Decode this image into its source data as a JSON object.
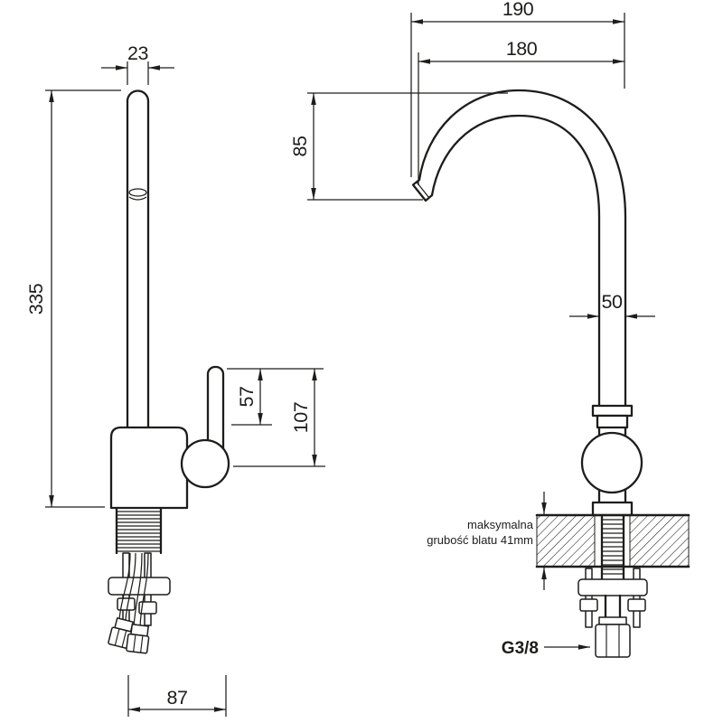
{
  "canvas": {
    "background": "#ffffff",
    "ink": "#1d1d1b"
  },
  "views": {
    "side": {
      "dims": {
        "spout_pipe_diameter": "23",
        "total_height": "335",
        "lever_length": "57",
        "lever_assembly_height": "107",
        "base_depth": "87"
      }
    },
    "front": {
      "dims": {
        "overall_width": "190",
        "spout_reach": "180",
        "spout_drop": "85",
        "body_diameter": "50"
      },
      "counter_note": {
        "line1": "maksymalna",
        "line2": "grubość blatu 41mm"
      },
      "thread_size": "G3/8"
    }
  }
}
